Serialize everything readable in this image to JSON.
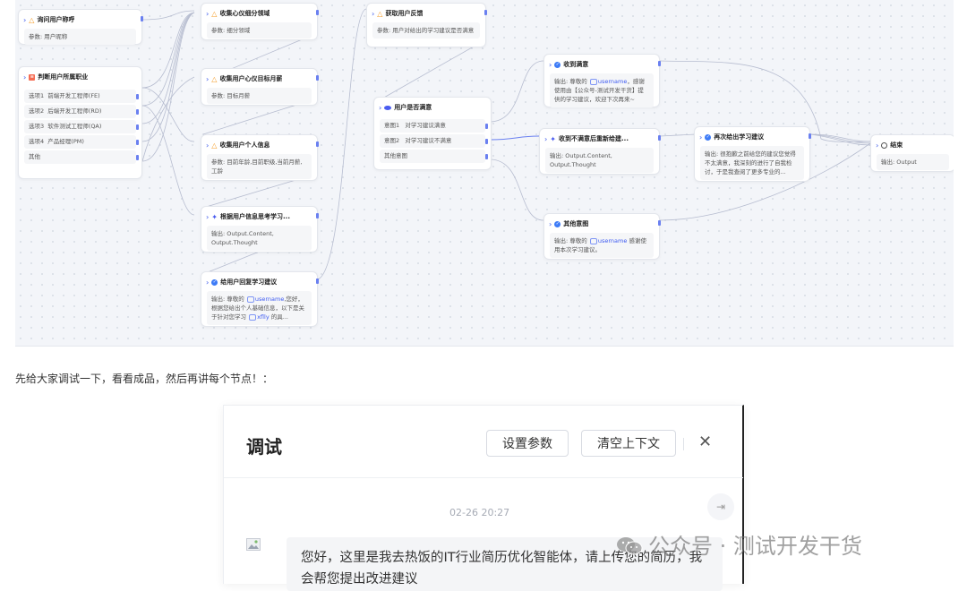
{
  "workflow": {
    "n1": {
      "title": "询问用户称呼",
      "param_label": "参数:",
      "param": "用户昵称"
    },
    "n2": {
      "title": "判断用户所属职业",
      "options": [
        {
          "label": "选项1",
          "value": "前端开发工程师(FE)"
        },
        {
          "label": "选项2",
          "value": "后端开发工程师(RD)"
        },
        {
          "label": "选项3",
          "value": "软件测试工程师(QA)"
        },
        {
          "label": "选项4",
          "value": "产品经理(PM)"
        },
        {
          "label": "其他",
          "value": ""
        }
      ]
    },
    "n3": {
      "title": "收集心仪细分领域",
      "param_label": "参数:",
      "param": "细分领域"
    },
    "n4": {
      "title": "收集用户心仪目标月薪",
      "param_label": "参数:",
      "param": "目标月薪"
    },
    "n5": {
      "title": "收集用户个人信息",
      "param_label": "参数:",
      "param": "目前年龄,目前职级,当前月薪,工龄"
    },
    "n6": {
      "title": "根据用户信息思考学习...",
      "out_label": "输出:",
      "out": "Output.Content, Output.Thought"
    },
    "n7": {
      "title": "给用户回复学习建议",
      "out_label": "输出:",
      "out_a": "尊敬的",
      "var1": "username",
      "out_b": ",您好，根据您给出个人基础信息，以下是关于针对您学习",
      "var2": "xflly",
      "out_c": "的具..."
    },
    "n8": {
      "title": "获取用户反馈",
      "param_label": "参数:",
      "param": "用户对给出的学习建议是否满意"
    },
    "n9": {
      "title": "用户是否满意",
      "options": [
        {
          "label": "意图1",
          "value": "对学习建议满意"
        },
        {
          "label": "意图2",
          "value": "对学习建议不满意"
        },
        {
          "label": "其他意图",
          "value": ""
        }
      ]
    },
    "n10": {
      "title": "收到满意",
      "out_label": "输出:",
      "out_a": "尊敬的",
      "var1": "username",
      "out_b": "，感谢使用由【公众号-测试开发干货】提供的学习建议，欢迎下次再来~"
    },
    "n11": {
      "title": "收到不满意后重新给建...",
      "out_label": "输出:",
      "out": "Output.Content, Output.Thought"
    },
    "n12": {
      "title": "其他意图",
      "out_label": "输出:",
      "out_a": "尊敬的",
      "var1": "username",
      "out_b": "感谢使用本次学习建议。"
    },
    "n13": {
      "title": "再次给出学习建议",
      "out_label": "输出:",
      "out": "很抱歉之前给您的建议您觉得不太满意，我深刻的进行了自我检讨，于是我查阅了更多专业的..."
    },
    "n14": {
      "title": "结束",
      "out_label": "输出:",
      "out": "Output"
    }
  },
  "caption": "先给大家调试一下，看看成品，然后再讲每个节点！：",
  "dialog": {
    "title": "调试",
    "set_params": "设置参数",
    "clear_context": "清空上下文",
    "close": "✕",
    "timestamp": "02-26 20:27",
    "message": "您好，这里是我去热饭的IT行业简历优化智能体，请上传您的简历，我会帮您提出改进建议"
  },
  "watermark": "公众号 · 测试开发干货",
  "colors": {
    "accent": "#3d5af1",
    "canvas": "#f3f5f9",
    "port": "#6a80f0"
  }
}
